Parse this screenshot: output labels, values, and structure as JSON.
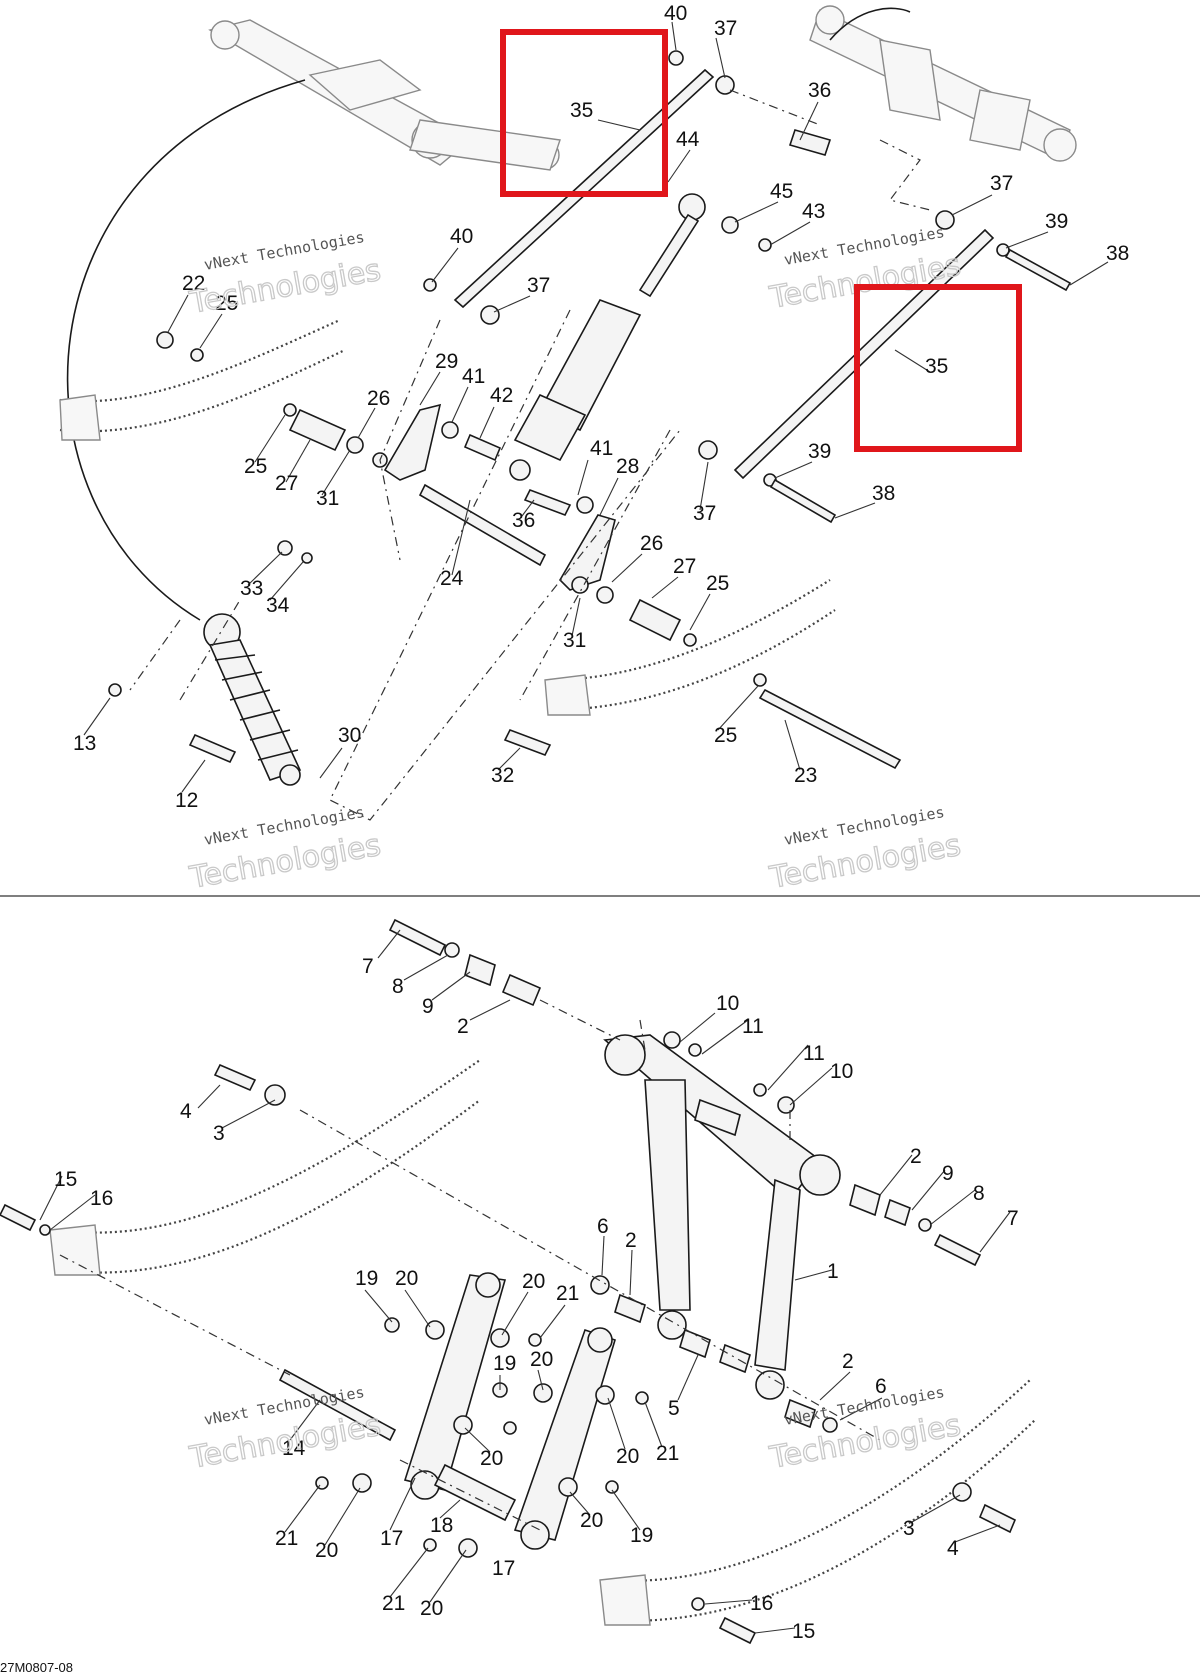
{
  "diagram_code": "27M0807-08",
  "watermark": {
    "line1": "vNext Technologies",
    "line2": "Technologies"
  },
  "highlight_color": "#e0161b",
  "callouts_top": [
    "40",
    "37",
    "36",
    "35",
    "44",
    "45",
    "43",
    "37",
    "39",
    "38",
    "40",
    "37",
    "22",
    "25",
    "35",
    "29",
    "41",
    "42",
    "26",
    "25",
    "27",
    "31",
    "41",
    "28",
    "36",
    "39",
    "37",
    "38",
    "33",
    "34",
    "24",
    "26",
    "27",
    "25",
    "31",
    "13",
    "30",
    "12",
    "32",
    "25",
    "23"
  ],
  "callouts_bottom": [
    "7",
    "8",
    "9",
    "2",
    "10",
    "11",
    "11",
    "10",
    "4",
    "3",
    "2",
    "9",
    "8",
    "7",
    "15",
    "16",
    "6",
    "2",
    "1",
    "19",
    "20",
    "20",
    "21",
    "19",
    "20",
    "2",
    "6",
    "5",
    "14",
    "20",
    "21",
    "20",
    "17",
    "18",
    "20",
    "19",
    "21",
    "20",
    "17",
    "3",
    "4",
    "21",
    "20",
    "16",
    "15"
  ]
}
